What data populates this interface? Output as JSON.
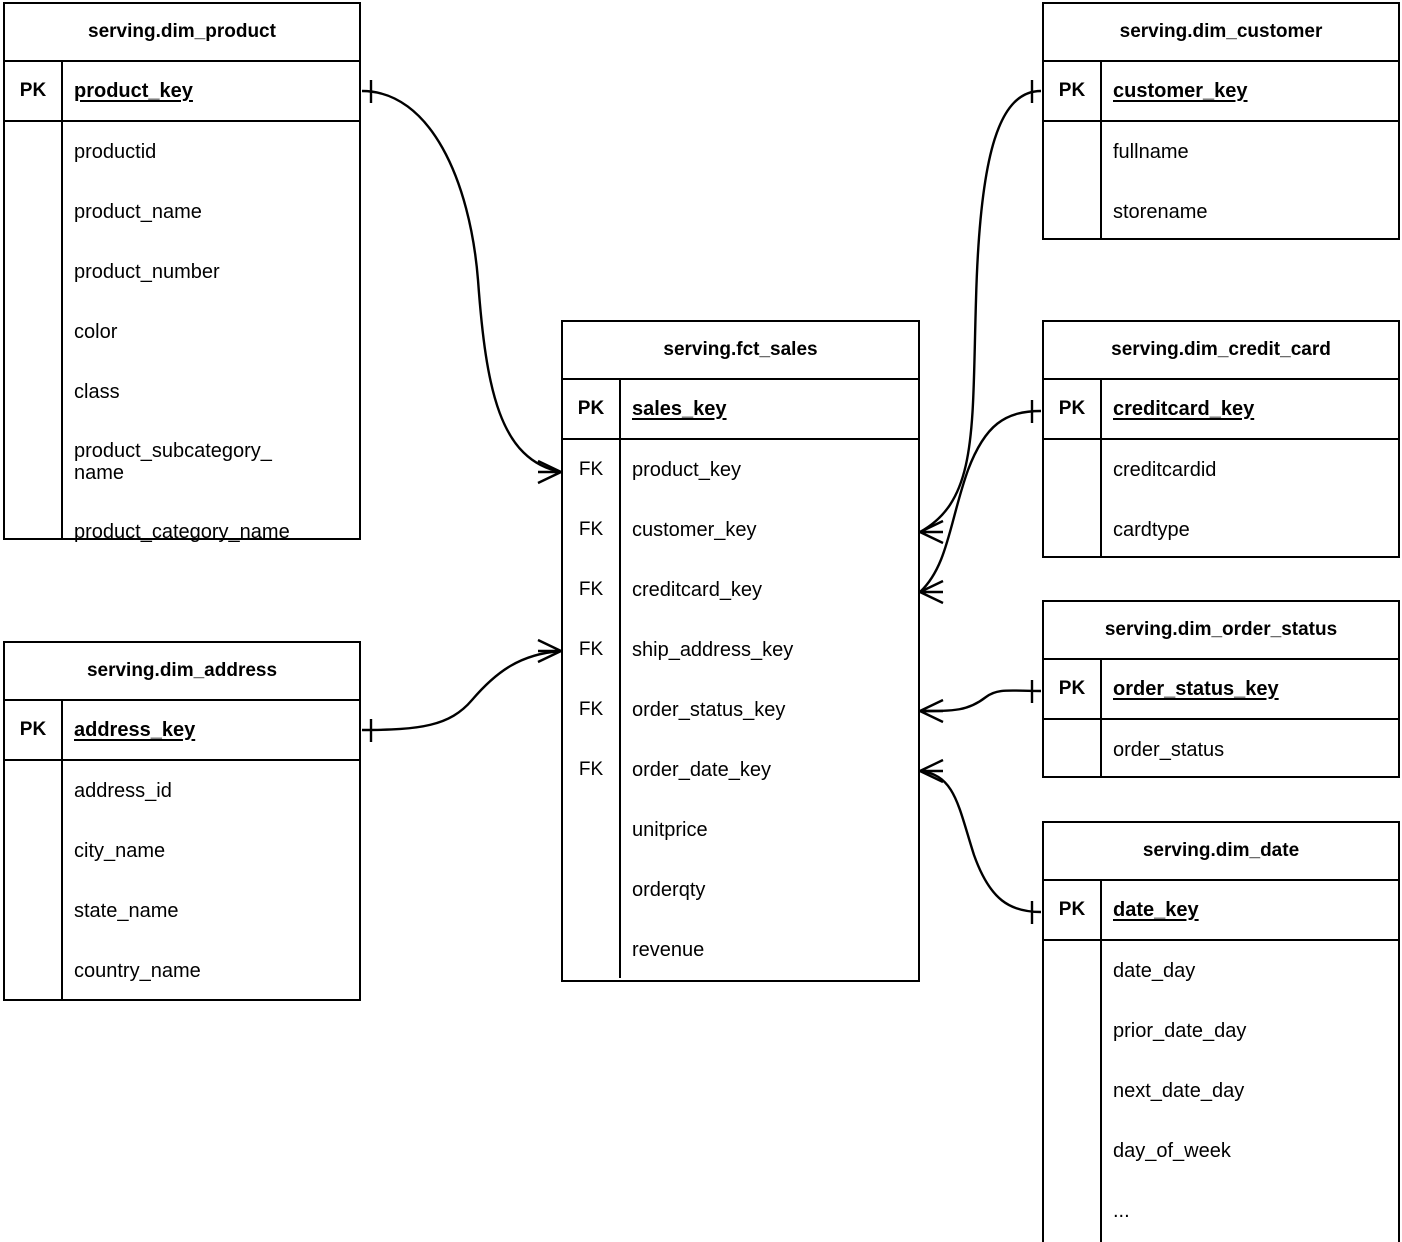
{
  "diagram": {
    "type": "entity-relationship-diagram",
    "notation": "crow's-foot",
    "background": "#ffffff",
    "line_color": "#000000"
  },
  "entities": [
    {
      "id": "dim_product",
      "title": "serving.dim_product",
      "pk_label": "PK",
      "pk_field": "product_key",
      "attributes": [
        "productid",
        "product_name",
        "product_number",
        "color",
        "class",
        "product_subcategory_\nname",
        "product_category_name"
      ]
    },
    {
      "id": "dim_address",
      "title": "serving.dim_address",
      "pk_label": "PK",
      "pk_field": "address_key",
      "attributes": [
        "address_id",
        "city_name",
        "state_name",
        "country_name"
      ]
    },
    {
      "id": "fct_sales",
      "title": "serving.fct_sales",
      "pk_label": "PK",
      "pk_field": "sales_key",
      "fk_label": "FK",
      "foreign_keys": [
        "product_key",
        "customer_key",
        "creditcard_key",
        "ship_address_key",
        "order_status_key",
        "order_date_key"
      ],
      "measures": [
        "unitprice",
        "orderqty",
        "revenue"
      ]
    },
    {
      "id": "dim_customer",
      "title": "serving.dim_customer",
      "pk_label": "PK",
      "pk_field": "customer_key",
      "attributes": [
        "fullname",
        "storename"
      ]
    },
    {
      "id": "dim_credit_card",
      "title": "serving.dim_credit_card",
      "pk_label": "PK",
      "pk_field": "creditcard_key",
      "attributes": [
        "creditcardid",
        "cardtype"
      ]
    },
    {
      "id": "dim_order_status",
      "title": "serving.dim_order_status",
      "pk_label": "PK",
      "pk_field": "order_status_key",
      "attributes": [
        "order_status"
      ]
    },
    {
      "id": "dim_date",
      "title": "serving.dim_date",
      "pk_label": "PK",
      "pk_field": "date_key",
      "attributes": [
        "date_day",
        "prior_date_day",
        "next_date_day",
        "day_of_week",
        "..."
      ]
    }
  ],
  "relationships": [
    {
      "from": "dim_product.product_key",
      "to": "fct_sales.product_key",
      "from_cardinality": "one",
      "to_cardinality": "many"
    },
    {
      "from": "dim_customer.customer_key",
      "to": "fct_sales.customer_key",
      "from_cardinality": "one",
      "to_cardinality": "many"
    },
    {
      "from": "dim_credit_card.creditcard_key",
      "to": "fct_sales.creditcard_key",
      "from_cardinality": "one",
      "to_cardinality": "many"
    },
    {
      "from": "dim_address.address_key",
      "to": "fct_sales.ship_address_key",
      "from_cardinality": "one",
      "to_cardinality": "many"
    },
    {
      "from": "dim_order_status.order_status_key",
      "to": "fct_sales.order_status_key",
      "from_cardinality": "one",
      "to_cardinality": "many"
    },
    {
      "from": "dim_date.date_key",
      "to": "fct_sales.order_date_key",
      "from_cardinality": "one",
      "to_cardinality": "many"
    }
  ]
}
